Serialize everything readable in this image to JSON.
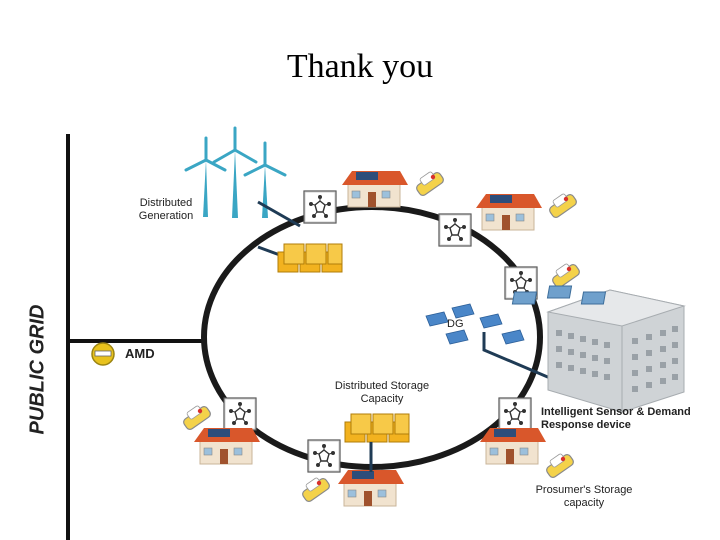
{
  "slide": {
    "title": "Thank you"
  },
  "diagram": {
    "public_grid_label": "PUBLIC GRID",
    "amd_label": "AMD",
    "distributed_generation_label": "Distributed Generation",
    "distributed_storage_label": "Distributed Storage Capacity",
    "dg_label": "DG",
    "sensor_label": "Intelligent Sensor & Demand Response device",
    "prosumer_label": "Prosumer's Storage capacity"
  },
  "colors": {
    "ring": "#1a1a1a",
    "house_roof": "#d9572b",
    "house_wall": "#f1e3cf",
    "battery": "#f2b21f",
    "turbine": "#3aa6c4",
    "panel": "#4a86c8",
    "amd": "#e8c21d"
  }
}
